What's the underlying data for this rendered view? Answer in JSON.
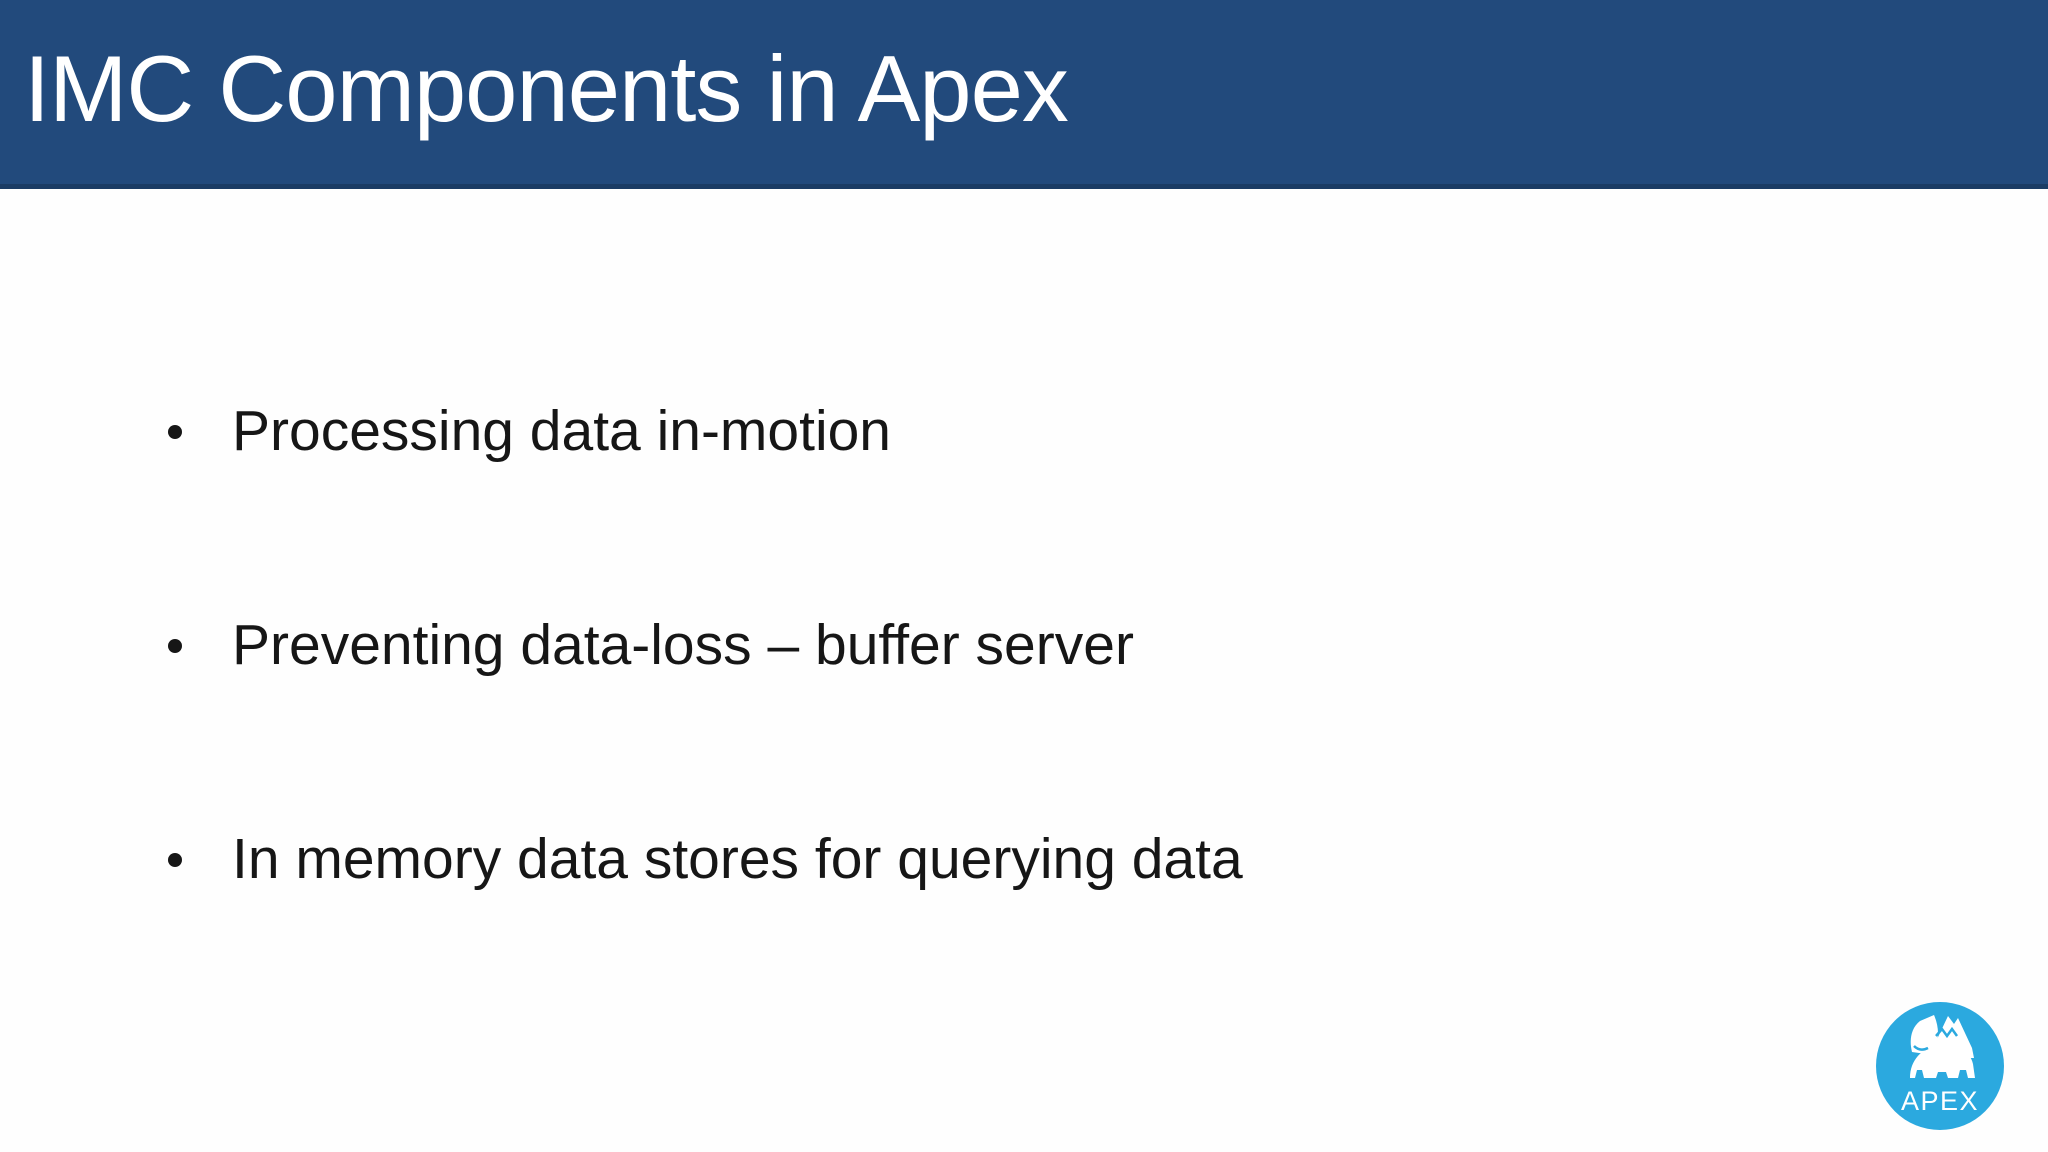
{
  "slide": {
    "title": "IMC Components in Apex",
    "bullets": [
      "Processing data in-motion",
      "Preventing data-loss – buffer server",
      "In memory data stores for querying data"
    ],
    "logo": {
      "text": "APEX"
    },
    "colors": {
      "header_bg": "#224a7c",
      "header_border": "#1b3c64",
      "body_text": "#161616",
      "logo_blue": "#2BA9DF",
      "logo_foreground": "#ffffff",
      "background": "#fefefe"
    }
  }
}
